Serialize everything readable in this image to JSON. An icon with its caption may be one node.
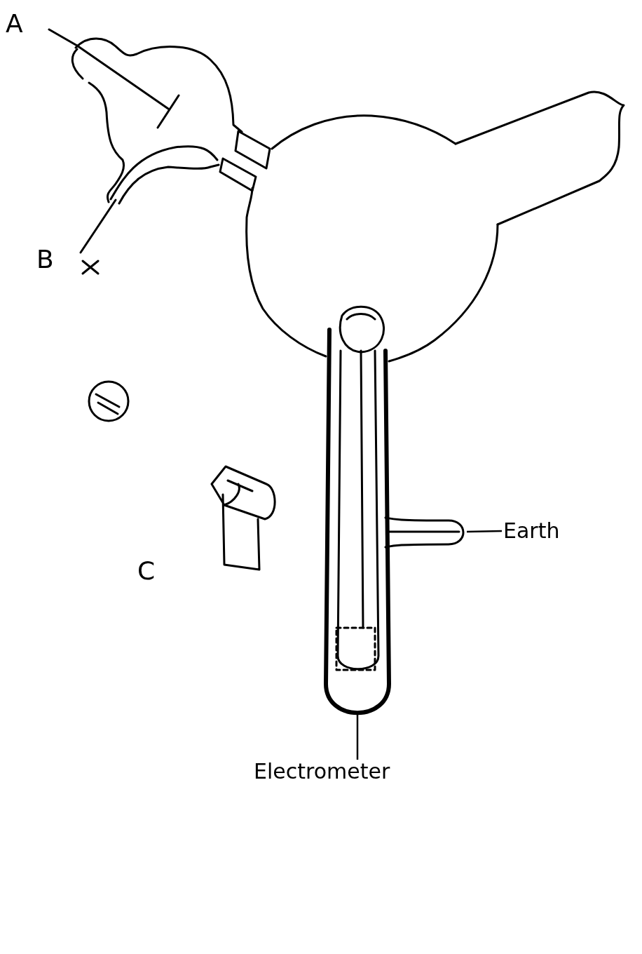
{
  "diagram": {
    "nodes": [
      {
        "text": [
          "Earth"
        ]
      },
      {
        "text": [],
        "shape": "picture"
      },
      {
        "text": [
          "Electrometer"
        ]
      },
      {
        "text": [],
        "shape": "picture"
      }
    ],
    "edges": [
      {
        "from": 0,
        "to": 1,
        "arrow": "none"
      },
      {
        "from": 2,
        "to": 3,
        "arrow": "none"
      }
    ],
    "labels": [
      "A",
      "B",
      "C"
    ]
  }
}
